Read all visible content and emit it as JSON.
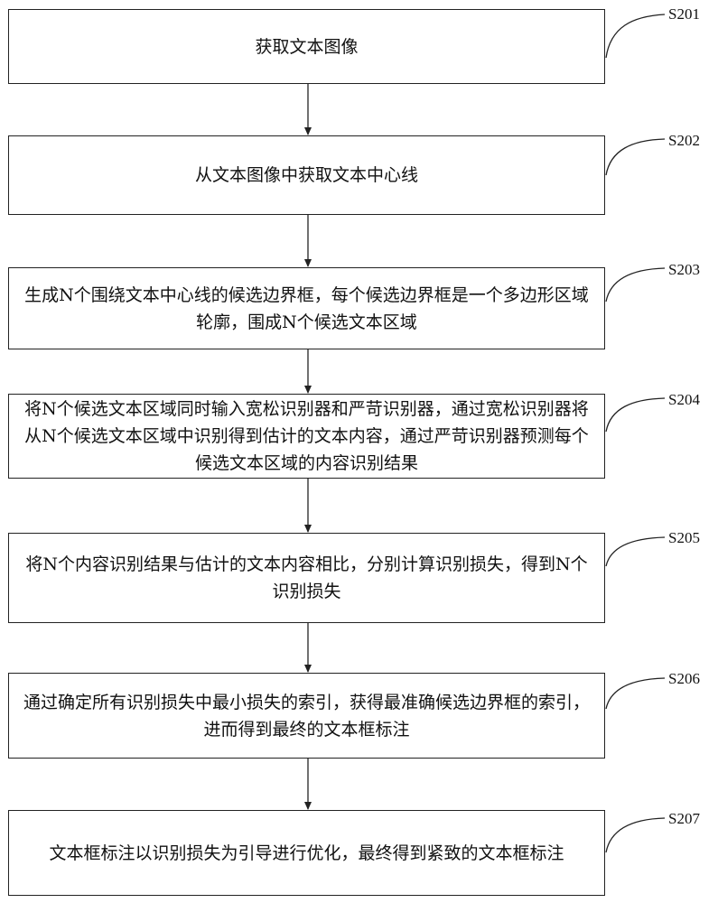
{
  "steps": [
    {
      "id": "S201",
      "text": "获取文本图像"
    },
    {
      "id": "S202",
      "text": "从文本图像中获取文本中心线"
    },
    {
      "id": "S203",
      "text": "生成N个围绕文本中心线的候选边界框，每个候选边界框是一个多边形区域轮廓，围成N个候选文本区域"
    },
    {
      "id": "S204",
      "text": "将N个候选文本区域同时输入宽松识别器和严苛识别器，通过宽松识别器将从N个候选文本区域中识别得到估计的文本内容，通过严苛识别器预测每个候选文本区域的内容识别结果"
    },
    {
      "id": "S205",
      "text": "将N个内容识别结果与估计的文本内容相比，分别计算识别损失，得到N个识别损失"
    },
    {
      "id": "S206",
      "text": "通过确定所有识别损失中最小损失的索引，获得最准确候选边界框的索引，进而得到最终的文本框标注"
    },
    {
      "id": "S207",
      "text": "文本框标注以识别损失为引导进行优化，最终得到紧致的文本框标注"
    }
  ]
}
